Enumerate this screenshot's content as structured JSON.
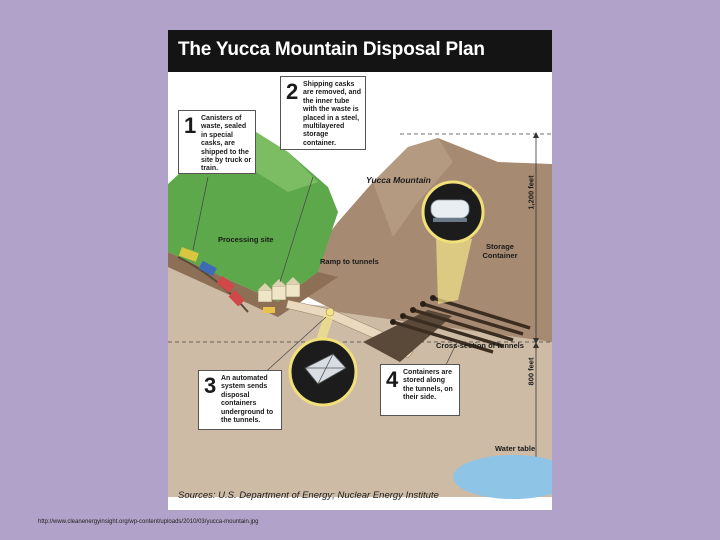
{
  "title": "The Yucca Mountain Disposal Plan",
  "steps": [
    {
      "number": "1",
      "text": "Canisters of waste, sealed in special casks, are shipped to the site by truck or train."
    },
    {
      "number": "2",
      "text": "Shipping casks are removed, and the inner tube with the waste is placed in a steel, multilayered storage container."
    },
    {
      "number": "3",
      "text": "An automated system sends disposal containers underground to the tunnels."
    },
    {
      "number": "4",
      "text": "Containers are stored along the tunnels, on their side."
    }
  ],
  "labels": {
    "mountain": "Yucca Mountain",
    "tunnel": "Tunnel",
    "storage_container": "Storage Container",
    "processing_site": "Processing site",
    "ramp": "Ramp to tunnels",
    "cross_section": "Cross-section of tunnels",
    "water_table": "Water table",
    "height_upper": "1,200 feet",
    "height_lower": "800 feet"
  },
  "sources": "Sources: U.S. Department of Energy; Nuclear Energy Institute",
  "url": "http://www.cleanenergyinsight.org/wp-content/uploads/2010/03/yucca-mountain.jpg",
  "colors": {
    "background": "#b0a2c8",
    "title_bar": "#141414",
    "mountain": "#a98d76",
    "ground": "#c8b6a1",
    "grass": "#5aa34a",
    "water": "#8ec4e6"
  }
}
